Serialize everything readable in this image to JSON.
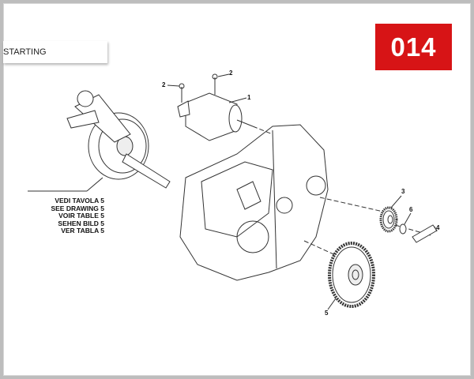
{
  "page": {
    "number": "014",
    "section_title": "STARTING"
  },
  "colors": {
    "badge": "#d71416",
    "line": "#333333"
  },
  "diagram": {
    "callouts": [
      "1",
      "2",
      "2",
      "3",
      "4",
      "5",
      "6"
    ],
    "reference_note": [
      "VEDI TAVOLA 5",
      "SEE DRAWING 5",
      "VOIR TABLE 5",
      "SEHEN BILD 5",
      "VER TABLA 5"
    ]
  }
}
